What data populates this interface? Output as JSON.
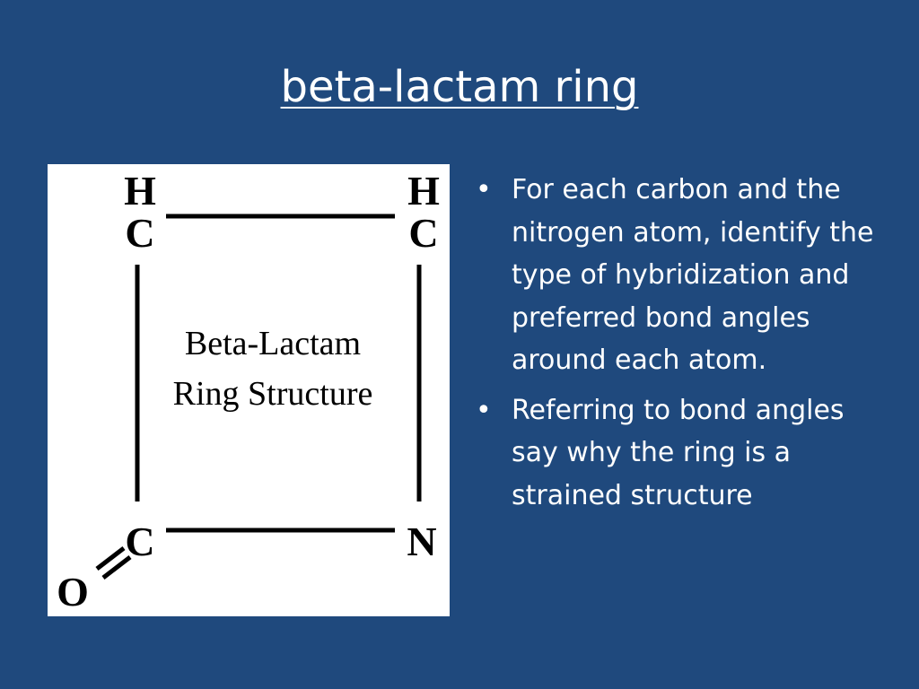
{
  "slide": {
    "title": "beta-lactam ring",
    "background_color": "#1f497d",
    "text_color": "#ffffff"
  },
  "diagram": {
    "atoms": {
      "top_left_h": "H",
      "top_left_c": "C",
      "top_right_h": "H",
      "top_right_c": "C",
      "bottom_left_c": "C",
      "bottom_right_n": "N",
      "oxygen": "O"
    },
    "caption_line1": "Beta-Lactam",
    "caption_line2": "Ring Structure"
  },
  "bullets": [
    {
      "marker": "•",
      "text": "For each carbon and the nitrogen atom, identify the type of hybridization and preferred bond angles around each atom."
    },
    {
      "marker": "•",
      "text": "Referring to bond angles say why the ring is a strained structure"
    }
  ]
}
